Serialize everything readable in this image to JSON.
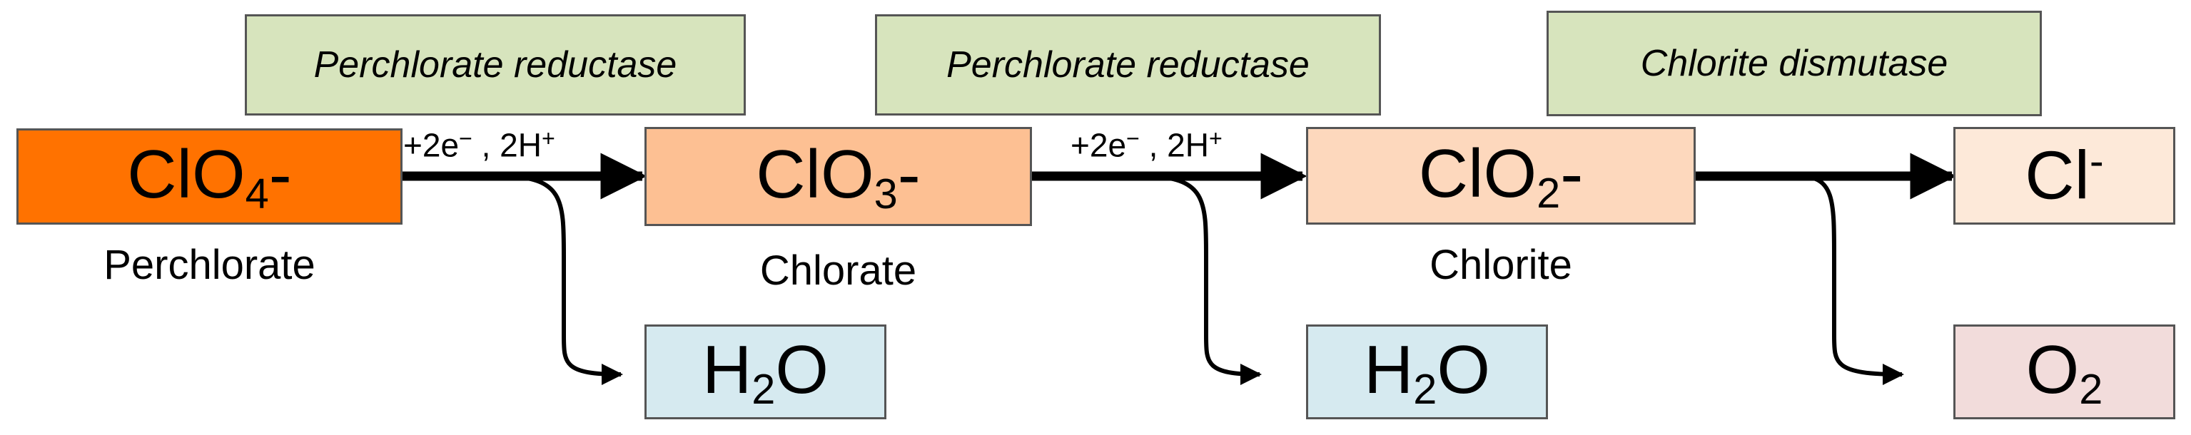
{
  "enzymes": [
    {
      "label": "Perchlorate reductase"
    },
    {
      "label": "Perchlorate reductase"
    },
    {
      "label": "Chlorite dismutase"
    }
  ],
  "species": {
    "perchlorate": {
      "base": "ClO",
      "sub": "4",
      "charge": "-",
      "name": "Perchlorate",
      "color": "#ff7200"
    },
    "chlorate": {
      "base": "ClO",
      "sub": "3",
      "charge": "-",
      "name": "Chlorate",
      "color": "#fdc093"
    },
    "chlorite": {
      "base": "ClO",
      "sub": "2",
      "charge": "-",
      "name": "Chlorite",
      "color": "#fdd8bd"
    },
    "chloride": {
      "base": "Cl",
      "sup": "-",
      "color": "#fde9d9"
    },
    "water_1": {
      "pre": "H",
      "sub": "2",
      "post": "O",
      "color": "#d6eaf0"
    },
    "water_2": {
      "pre": "H",
      "sub": "2",
      "post": "O",
      "color": "#d6eaf0"
    },
    "oxygen": {
      "pre": "O",
      "sub": "2",
      "color": "#f2dcdb"
    }
  },
  "conditions": [
    {
      "a": "+2e",
      "a_sup": "−",
      "b": " , 2H",
      "b_sup": "+"
    },
    {
      "a": "+2e",
      "a_sup": "−",
      "b": " , 2H",
      "b_sup": "+"
    }
  ]
}
